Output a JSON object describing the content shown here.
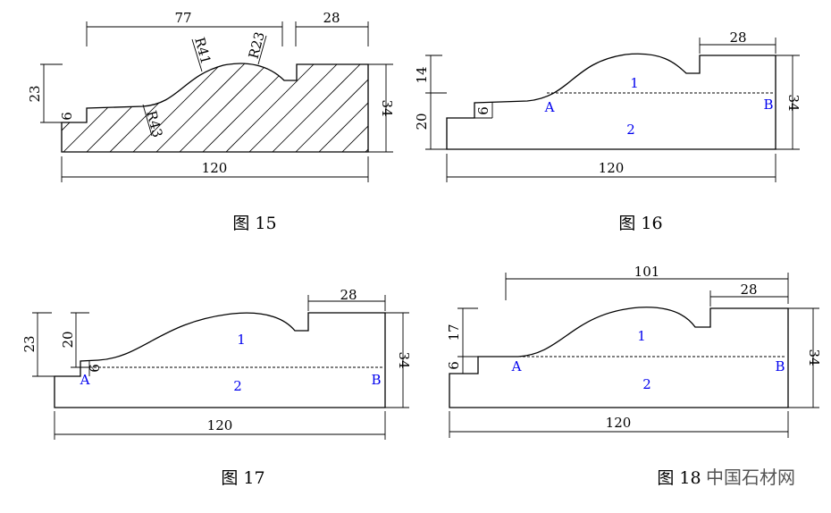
{
  "figures": [
    {
      "caption": "图 15",
      "dims": {
        "top_left": "77",
        "top_right": "28",
        "left_height": "23",
        "step": "6",
        "right_height": "34",
        "bottom": "120"
      },
      "radii": [
        "R41",
        "R23",
        "R43"
      ]
    },
    {
      "caption": "图 16",
      "dims": {
        "top_right": "28",
        "left_upper": "14",
        "left_lower": "20",
        "step": "6",
        "right_height": "34",
        "bottom": "120"
      },
      "points": [
        "A",
        "B"
      ],
      "regions": [
        "1",
        "2"
      ]
    },
    {
      "caption": "图 17",
      "dims": {
        "top_right": "28",
        "left_outer": "23",
        "left_inner": "20",
        "step": "6",
        "right_height": "34",
        "bottom": "120"
      },
      "points": [
        "A",
        "B"
      ],
      "regions": [
        "1",
        "2"
      ]
    },
    {
      "caption": "图 18",
      "dims": {
        "top_left": "101",
        "top_right": "28",
        "left_upper": "17",
        "step": "6",
        "right_height": "34",
        "bottom": "120"
      },
      "points": [
        "A",
        "B"
      ],
      "regions": [
        "1",
        "2"
      ]
    }
  ],
  "watermark": "中国石材网"
}
